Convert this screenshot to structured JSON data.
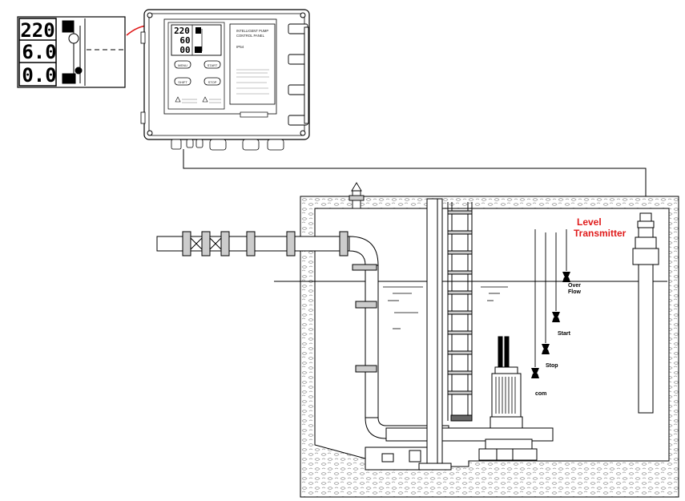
{
  "colors": {
    "accent": "#e01b1b",
    "line": "#000000",
    "fill_gray": "#c8c8c8",
    "background": "#ffffff"
  },
  "inset_display": {
    "readings": [
      "220",
      "6.0",
      "0.0"
    ]
  },
  "panel": {
    "display_readings": [
      "220",
      "60",
      "00"
    ],
    "title_lines": [
      "INTELLIGENT PUMP",
      "CONTROL PANEL"
    ],
    "rating": "IP54",
    "buttons": [
      "MENU",
      "START",
      "SHIFT",
      "STOP"
    ]
  },
  "tank": {
    "level_transmitter_label_lines": [
      "Level",
      "Transmitter"
    ],
    "float_switches": [
      {
        "label_lines": [
          "Over",
          "Flow"
        ]
      },
      {
        "label_lines": [
          "Start"
        ]
      },
      {
        "label_lines": [
          "Stop"
        ]
      },
      {
        "label_lines": [
          "com"
        ]
      }
    ]
  }
}
